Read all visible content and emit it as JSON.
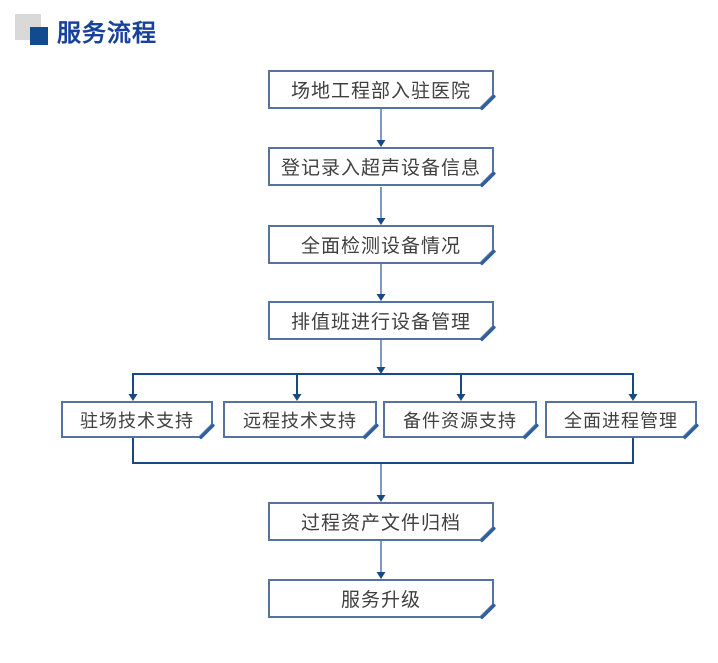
{
  "header": {
    "title": "服务流程",
    "title_color": "#18429a",
    "accent_square_color": "#114a8e",
    "shadow_square_color": "#d9d9d9"
  },
  "flowchart": {
    "nodes": [
      {
        "id": "site-entry",
        "label": "场地工程部入驻医院"
      },
      {
        "id": "register-info",
        "label": "登记录入超声设备信息"
      },
      {
        "id": "full-inspection",
        "label": "全面检测设备情况"
      },
      {
        "id": "duty-management",
        "label": "排值班进行设备管理"
      },
      {
        "id": "onsite-support",
        "label": "驻场技术支持"
      },
      {
        "id": "remote-support",
        "label": "远程技术支持"
      },
      {
        "id": "spareparts-support",
        "label": "备件资源支持"
      },
      {
        "id": "progress-management",
        "label": "全面进程管理"
      },
      {
        "id": "archive",
        "label": "过程资产文件归档"
      },
      {
        "id": "upgrade",
        "label": "服务升级"
      }
    ],
    "edges": [
      {
        "from": "site-entry",
        "to": "register-info"
      },
      {
        "from": "register-info",
        "to": "full-inspection"
      },
      {
        "from": "full-inspection",
        "to": "duty-management"
      },
      {
        "from": "duty-management",
        "to": "onsite-support"
      },
      {
        "from": "duty-management",
        "to": "remote-support"
      },
      {
        "from": "duty-management",
        "to": "spareparts-support"
      },
      {
        "from": "duty-management",
        "to": "progress-management"
      },
      {
        "from": "onsite-support",
        "to": "archive"
      },
      {
        "from": "remote-support",
        "to": "archive"
      },
      {
        "from": "spareparts-support",
        "to": "archive"
      },
      {
        "from": "progress-management",
        "to": "archive"
      },
      {
        "from": "archive",
        "to": "upgrade"
      }
    ],
    "colors": {
      "box_border": "#54739e",
      "box_fold_accent": "#2e5f9e",
      "box_text": "#404040",
      "connector_light": "#7e9ac4",
      "connector_dark": "#174a85"
    }
  }
}
